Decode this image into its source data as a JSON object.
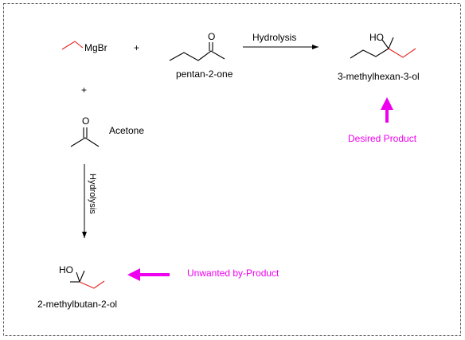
{
  "reagent": {
    "formula": "MgBr"
  },
  "plus_signs": [
    "+",
    "+"
  ],
  "ketone1": {
    "o_label": "O",
    "name": "pentan-2-one"
  },
  "reaction1": {
    "arrow_label": "Hydrolysis"
  },
  "product1": {
    "oh_label": "HO",
    "name": "3-methylhexan-3-ol"
  },
  "desired": {
    "label": "Desired Product"
  },
  "ketone2": {
    "o_label": "O",
    "name": "Acetone"
  },
  "reaction2": {
    "arrow_label": "Hydrolysis"
  },
  "product2": {
    "oh_label": "HO",
    "name": "2-methylbutan-2-ol"
  },
  "unwanted": {
    "label": "Unwanted by-Product"
  },
  "colors": {
    "grignard_bond": "#e8221c",
    "annotation": "#ee00ee",
    "frame": "#555555"
  }
}
